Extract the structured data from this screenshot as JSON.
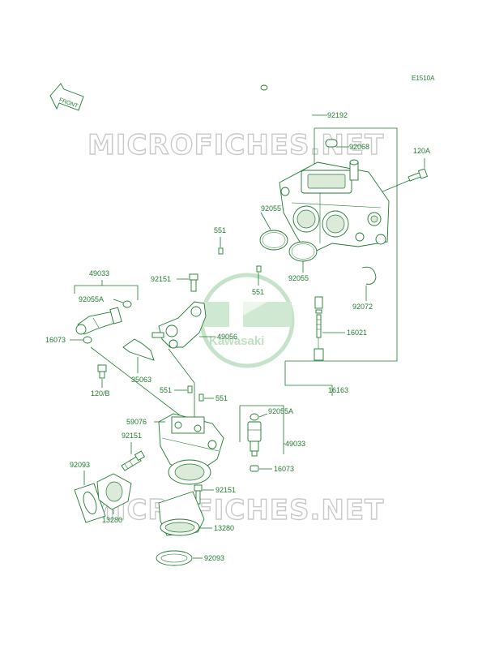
{
  "diagram_code": "E1510A",
  "front_label": "FRONT",
  "watermark_text": "MICROFICHES.NET",
  "logo_text": "Kawasaki",
  "colors": {
    "line": "#1f7a2e",
    "watermark": "#c9c9c9",
    "logo": "#bfe0c3"
  },
  "labels": {
    "p92192": "92192",
    "p92068": "92068",
    "p120A": "120A",
    "p92055_top": "92055",
    "p551_a": "551",
    "p92055_b": "92055",
    "p551_b": "551",
    "p92072": "92072",
    "p49033_top": "49033",
    "p92055A_top": "92055A",
    "p92151_a": "92151",
    "p49056": "49056",
    "p16021": "16021",
    "p16073_a": "16073",
    "p35063": "35063",
    "p120B": "120/B",
    "p16163": "16163",
    "p551_c": "551",
    "p551_d": "551",
    "p92055A_b": "92055A",
    "p59076": "59076",
    "p92151_b": "92151",
    "p49033_b": "49033",
    "p92093_a": "92093",
    "p16073_b": "16073",
    "p92151_c": "92151",
    "p13280_a": "13280",
    "p13280_b": "13280",
    "p92093_b": "92093"
  }
}
